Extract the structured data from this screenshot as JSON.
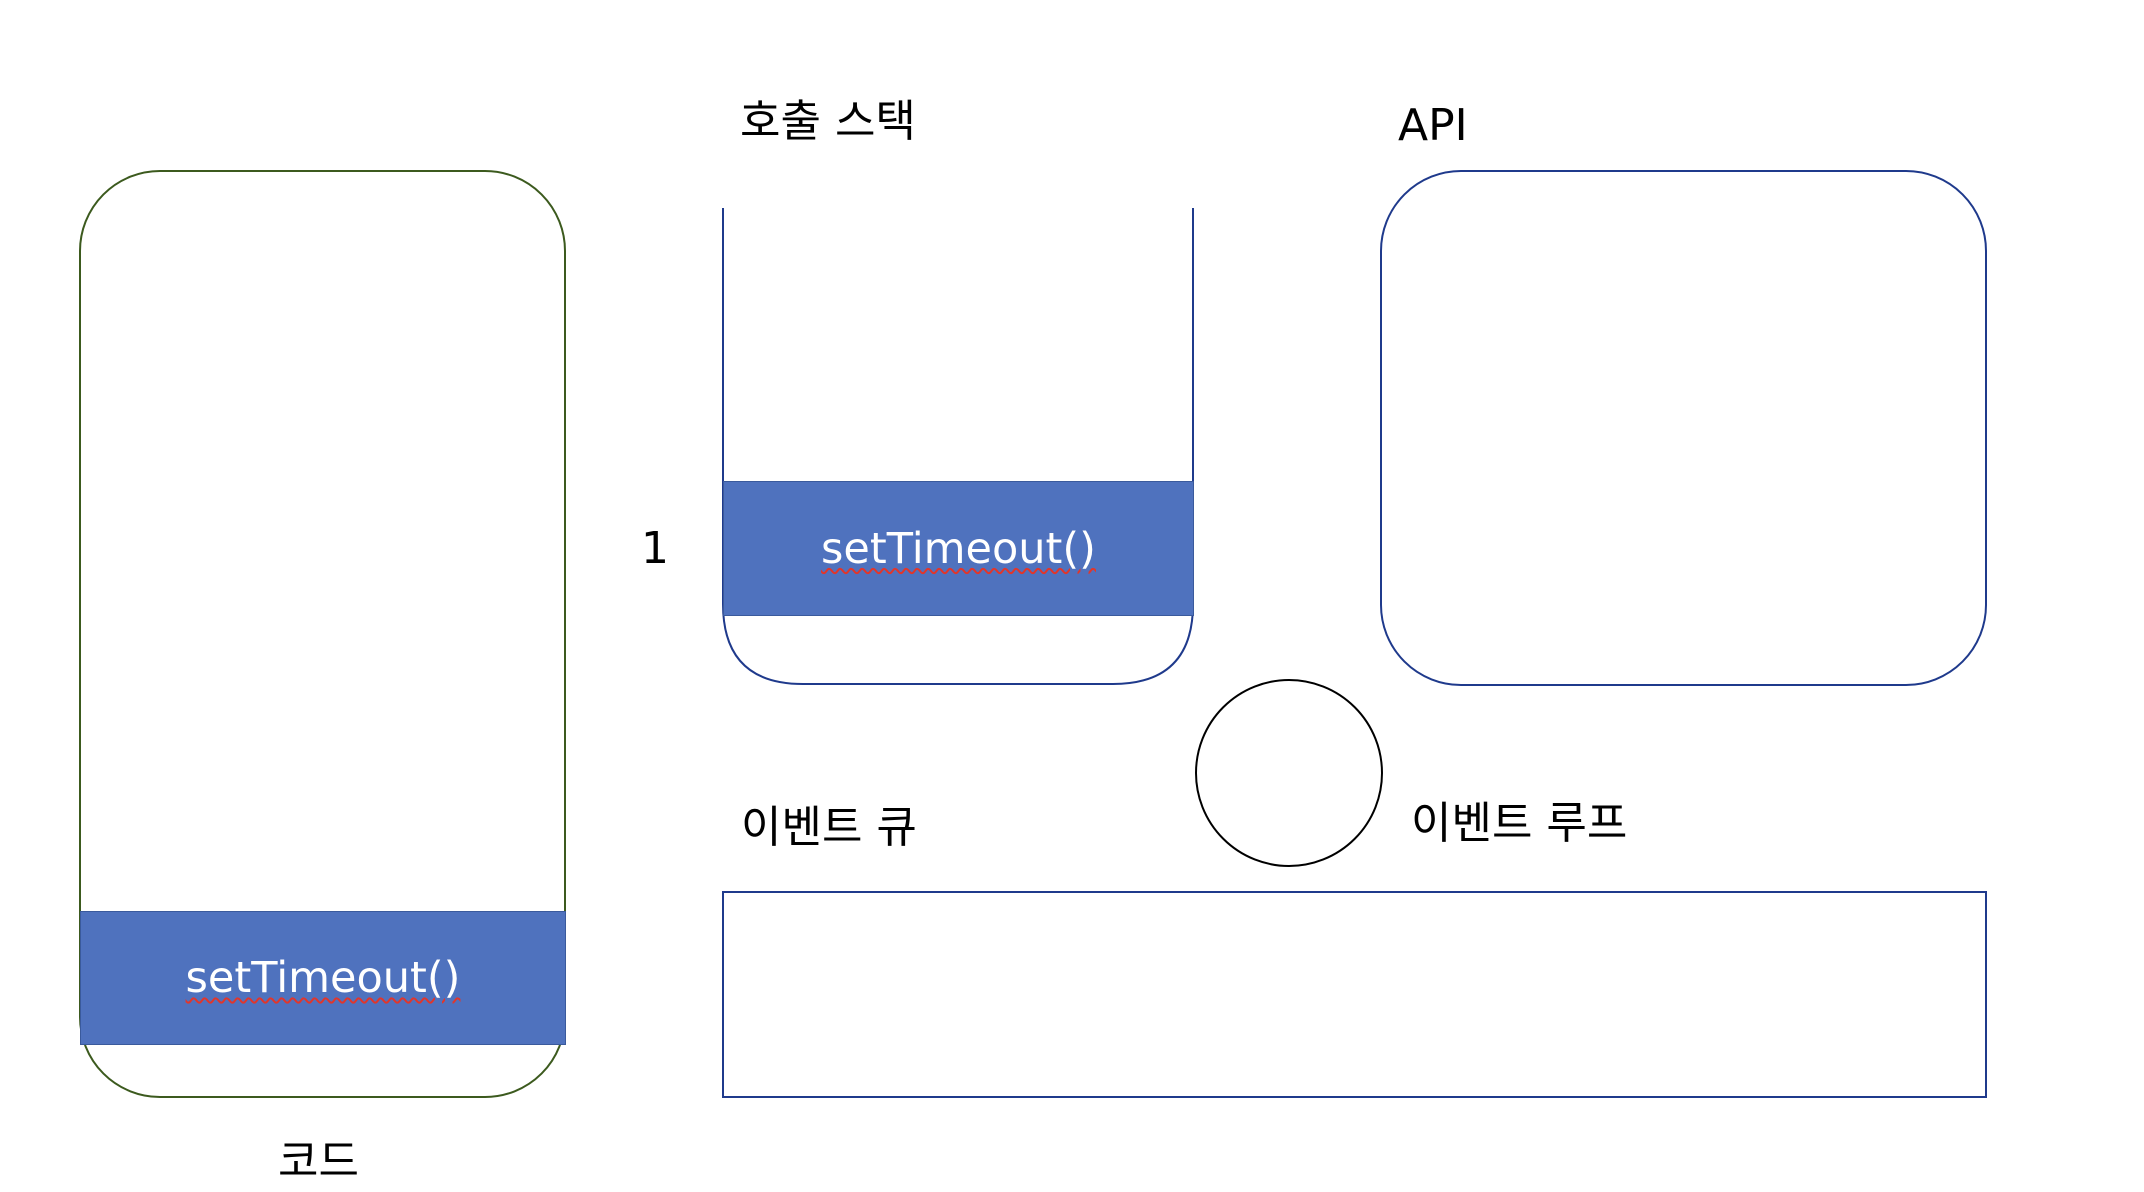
{
  "labels": {
    "call_stack": "호출 스택",
    "api": "API",
    "stack_index": "1",
    "event_queue": "이벤트 큐",
    "event_loop": "이벤트 루프",
    "code": "코드"
  },
  "code_box": {
    "block_label": "setTimeout()"
  },
  "call_stack_box": {
    "block_label": "setTimeout()"
  },
  "colors": {
    "block_fill": "#4F72BE",
    "code_border": "#3C5A1E",
    "navy_border": "#1F3A8C",
    "spellcheck_underline": "#E0362C"
  }
}
